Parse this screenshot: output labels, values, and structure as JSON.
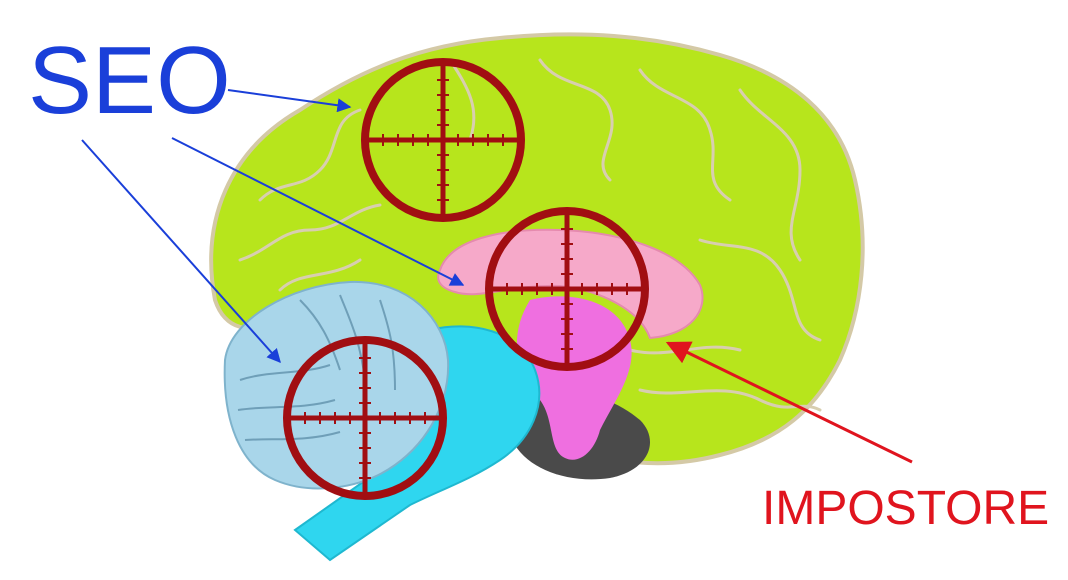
{
  "labels": {
    "seo": "SEO",
    "impostore": "IMPOSTORE"
  },
  "colors": {
    "seo": "#1a3fd9",
    "impostore": "#e0141e",
    "crosshair": "#a10e12",
    "cerebrum": "#b7e51c",
    "cerebrum_outline": "#d4c9a6",
    "cerebellum": "#a9d6ea",
    "brainstem": "#2fd6ef",
    "corpus_callosum": "#f6a9c9",
    "thalamus": "#ef6fe0",
    "midbrain_dark": "#4a4a4a"
  },
  "targets": [
    {
      "name": "crosshair-upper-cortex"
    },
    {
      "name": "crosshair-corpus-callosum"
    },
    {
      "name": "crosshair-cerebellum"
    }
  ]
}
